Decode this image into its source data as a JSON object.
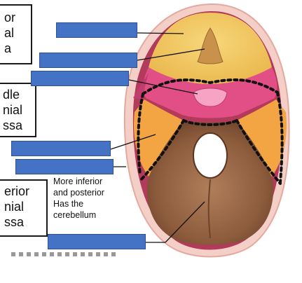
{
  "boxes": {
    "anterior_fossa": {
      "lines": [
        "or",
        "al",
        "a"
      ]
    },
    "middle_fossa": {
      "lines": [
        "dle",
        "nial",
        "ssa"
      ]
    },
    "posterior_fossa": {
      "lines": [
        "erior",
        "nial",
        "ssa"
      ]
    }
  },
  "posterior_note": {
    "lines": [
      "More inferior",
      "and posterior",
      "Has the",
      "cerebellum"
    ]
  },
  "colors": {
    "label_box": "#4472c4",
    "anterior_fossa": "#f2c65a",
    "middle_fossa_bone": "#e0457e",
    "middle_fossa_orange": "#f3a443",
    "posterior_fossa": "#9c6a48",
    "skull_rim": "#f1c6bf",
    "dotted_boundary": "#111111"
  }
}
